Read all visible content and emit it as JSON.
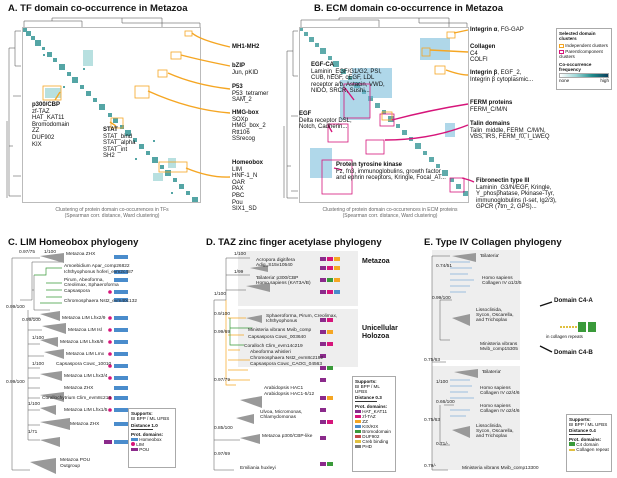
{
  "panels": {
    "A": {
      "letter": "A.",
      "title": "TF domain co-occurrence in Metazoa",
      "caption_line1": "Clustering of protein domain co-occurrences in TFs",
      "caption_line2": "(Spearman corr. distance, Ward clustering)",
      "clusters": [
        {
          "name": "MH1-MH2",
          "lines": []
        },
        {
          "name": "bZIP",
          "lines": [
            "Jun, pKID"
          ]
        },
        {
          "name": "P53",
          "lines": [
            "P53_tetramer",
            "SAM_2"
          ]
        },
        {
          "name": "HMG-box",
          "lines": [
            "SOXp",
            "HMG_box_2",
            "Rtt106",
            "SSrecog"
          ]
        },
        {
          "name": "p300/CBP",
          "lines": [
            "zf-TAZ",
            "HAT_KAT11",
            "Bromodomain",
            "ZZ",
            "DUF902",
            "KIX"
          ]
        },
        {
          "name": "STAT",
          "lines": [
            "STAT_bind",
            "STAT_alpha",
            "STAT_int",
            "SH2"
          ]
        },
        {
          "name": "Homeobox",
          "lines": [
            "LIM",
            "HNF-1_N",
            "OAR",
            "PAX",
            "PBC",
            "Pou",
            "SIX1_SD"
          ]
        }
      ]
    },
    "B": {
      "letter": "B.",
      "title": "ECM domain co-occurrence in Metazoa",
      "caption_line1": "Clustering of protein domain co-occurrences in ECM proteins",
      "caption_line2": "(Spearman corr. distance, Ward clustering)",
      "legend": {
        "title": "Selected domain clusters",
        "item1": "Independent clusters",
        "item2": "Parent/component clusters",
        "freq_title": "Co-occurrence frequency",
        "low": "none",
        "high": "high"
      },
      "clusters": [
        {
          "name": "Integrin α",
          "rest": ", FG-GAP",
          "lines": []
        },
        {
          "name": "Collagen",
          "rest": "",
          "lines": [
            "C4",
            "COLFI"
          ]
        },
        {
          "name": "Integrin β",
          "rest": ", EGF_2,",
          "lines": [
            "Integrin β cytoplasmic..."
          ]
        },
        {
          "name": "EGF-CA",
          "rest": "",
          "lines": [
            "Laminin_EGF/G1/G2, PSI,",
            "CUB, hEGF, cEGF, LDL",
            "receptor a/b, Astacin, VWD,",
            "NIDO, SRCR, Sushi..."
          ]
        },
        {
          "name": "EGF",
          "rest": "",
          "lines": [
            "Delta receptor DSL,",
            "Notch, Cadherin..."
          ]
        },
        {
          "name": "FERM proteins",
          "rest": "",
          "lines": [
            "FERM_C/M/N"
          ]
        },
        {
          "name": "Talin domains",
          "rest": "",
          "lines": [
            "Talin_middle, FERM_C/M/N,",
            "VBS, IRS, FERM_f0, I_LWEQ"
          ]
        },
        {
          "name": "Protein tyrosine kinase",
          "rest": "",
          "lines": [
            "Fz, fn3, immunoglobulins, growth factor",
            "and ephrin receptors, Kringle, Focal_AT..."
          ]
        },
        {
          "name": "Fibronectin type III",
          "rest": "",
          "lines": [
            "Laminin_G3/N/EGF, Kringle,",
            "Y_phosphatase, Pkinase-Tyr,",
            "immunoglobulins (I-set, Ig2/3),",
            "GPCR (7tm_2, GPS)..."
          ]
        }
      ]
    },
    "C": {
      "letter": "C.",
      "title": "LIM Homeobox phylogeny",
      "labels": [
        "Metazoa ZHX",
        "Amoebidium Apar_comp26822",
        "Ichthyophonus hoferi_evm2c487",
        "Pirum, Abeoforma,",
        "Creolimax, Sphaeroforma",
        "Capsaspora",
        "Chromosphaera Nst2_evm40c132",
        "Metazoa LIM Lhx2/9",
        "Metazoa LIM Isl",
        "Metazoa LIM Lhx6/8",
        "Metazoa LIM Lmx",
        "Capsaspora Cowc_10010",
        "Metazoa LIM Lhx3/4",
        "Metazoa ZHX",
        "Corallochytrium Clim_evm8c218",
        "Metazoa LIM Lhx1/5",
        "Metazoa ZHX",
        "Metazoa POU",
        "Outgroup"
      ],
      "supports": [
        "0.97/75",
        "1/100",
        "0.99/100",
        "0.99/100",
        "1/100",
        "1/100",
        "0.99/100",
        "1/100",
        "1/71"
      ],
      "legend": {
        "title": "Supports:",
        "line": "BI BPP / ML UFBS",
        "distance": "Distance 1.0",
        "dom_title": "Prot. domains:",
        "d1": "Homeobox",
        "d2": "LIM",
        "d3": "POU"
      }
    },
    "D": {
      "letter": "D.",
      "title": "TAZ zinc finger acetylase phylogeny",
      "group1": "Metazoa",
      "group2": "Unicellular Holozoa",
      "labels": [
        "Acropora digitifera",
        "Adig_S15v10540",
        "'Bilateria' p300/CBP",
        "Homo sapiens (KAT3A/B)",
        "Sphaeroforma, Pirum, Creolimax,",
        "Ichthyophonus",
        "Ministeria vibrans Mvib_comp",
        "Capsaspora Cowc_003640",
        "Coralloch Clim_evm14c219",
        "Abeoforma whisleri",
        "Chromosphaera Nst2_evm8c2192",
        "Capsaspora Cowc_CAOG_04563",
        "Arabidopsis HAC1",
        "Arabidopsis HAC1-5/12",
        "Ulvoa, Micromonas,",
        "Chlamydomonas",
        "Metazoa p300/CBP-like",
        "Emiliania huxleyi"
      ],
      "supports": [
        "1/100",
        "1/99",
        "1/100",
        "0.9/100",
        "0.99/69",
        "0.97/79",
        "0.85/100",
        "0.97/69"
      ],
      "legend": {
        "title": "Supports:",
        "line": "BI BPP / ML UFBS",
        "distance": "Distance 0.3",
        "dom_title": "Prot. domains:",
        "d1": "HAT_KAT11",
        "d2": "zf-TAZ",
        "d3": "ZZ",
        "d4": "KIX/KIX",
        "d5": "Bromodomain",
        "d6": "DUF902",
        "d7": "Creb binding",
        "d8": "PHD"
      }
    },
    "E": {
      "letter": "E.",
      "title": "Type IV Collagen phylogeny",
      "labels": [
        "'Bilateria'",
        "Homo sapiens",
        "Collagen IV α1/3/5",
        "Lissoclinida,",
        "Sycon, Oscarella,",
        "and Trichoplax",
        "Ministeria vibrans",
        "Mvib_comp15305",
        "'Bilateria'",
        "Homo sapiens",
        "Collagen IV α2/4/6",
        "Homo sapiens",
        "Collagen IV α2/4/6",
        "Lissoclinida,",
        "Sycon, Oscarella,",
        "and Trichoplax",
        "Ministeria vibrans Mvib_comp13300"
      ],
      "supports": [
        "0.74/51",
        "0.99/100",
        "0.75/63",
        "1/100",
        "0.66/100",
        "0.75/63",
        "0.71/-",
        "0.79/-"
      ],
      "domain_a": "Domain C4-A",
      "domain_b": "Domain C4-B",
      "repeats_label": "in collagen repeats",
      "legend": {
        "title": "Supports:",
        "line": "BI BPP / ML UFBS",
        "distance": "Distance 0.4",
        "dom_title": "Prot. domains:",
        "d1": "C4 domain",
        "d2": "Collagen repeat"
      }
    }
  },
  "colors": {
    "orange": "#f5a623",
    "magenta": "#d6157a",
    "teal": "#1f8c8c",
    "green": "#3a9a3a",
    "blue": "#4a8ccc"
  }
}
